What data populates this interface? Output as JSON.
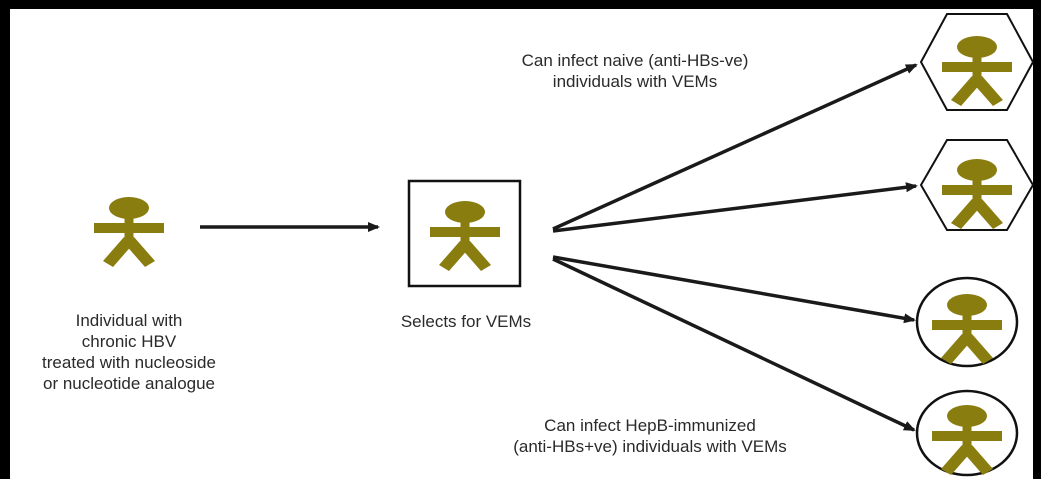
{
  "colors": {
    "figure": "#8a7d10",
    "line": "#1a1a1a",
    "frame": "#000000"
  },
  "labels": {
    "source": [
      "Individual with",
      "chronic HBV",
      "treated with nucleoside",
      "or nucleotide analogue"
    ],
    "selector": "Selects for VEMs",
    "naive": [
      "Can infect naive (anti-HBs-ve)",
      "individuals with VEMs"
    ],
    "immunized": [
      "Can infect HepB-immunized",
      "(anti-HBs+ve) individuals with VEMs"
    ]
  },
  "nodes": [
    {
      "id": "source",
      "frame": "none",
      "icon": "person-icon"
    },
    {
      "id": "selector",
      "frame": "square",
      "icon": "person-icon"
    },
    {
      "id": "naive-1",
      "frame": "hexagon",
      "icon": "person-icon"
    },
    {
      "id": "naive-2",
      "frame": "hexagon",
      "icon": "person-icon"
    },
    {
      "id": "immunized-1",
      "frame": "circle",
      "icon": "person-icon"
    },
    {
      "id": "immunized-2",
      "frame": "circle",
      "icon": "person-icon"
    }
  ]
}
